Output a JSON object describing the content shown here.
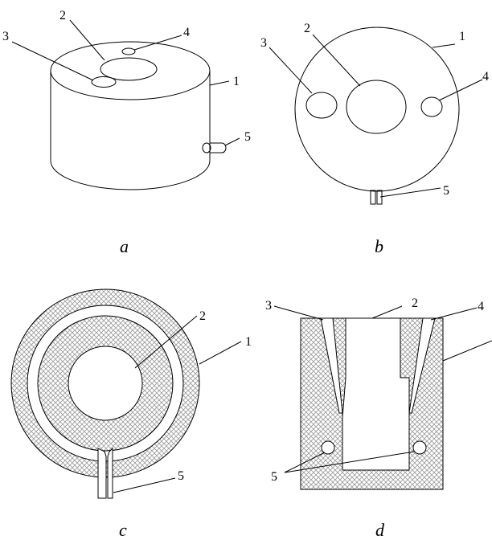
{
  "panels": {
    "a": {
      "caption": "a",
      "labels": {
        "l1": "1",
        "l2": "2",
        "l3": "3",
        "l4": "4",
        "l5": "5"
      }
    },
    "b": {
      "caption": "b",
      "labels": {
        "l1": "1",
        "l2": "2",
        "l3": "3",
        "l4": "4",
        "l5": "5"
      }
    },
    "c": {
      "caption": "c",
      "labels": {
        "l1": "1",
        "l2": "2",
        "l5": "5"
      }
    },
    "d": {
      "caption": "d",
      "labels": {
        "l2": "2",
        "l3": "3",
        "l4": "4",
        "l5": "5"
      }
    }
  },
  "colors": {
    "line": "#000000",
    "hatch": "#9a9a9a",
    "background": "#ffffff"
  }
}
